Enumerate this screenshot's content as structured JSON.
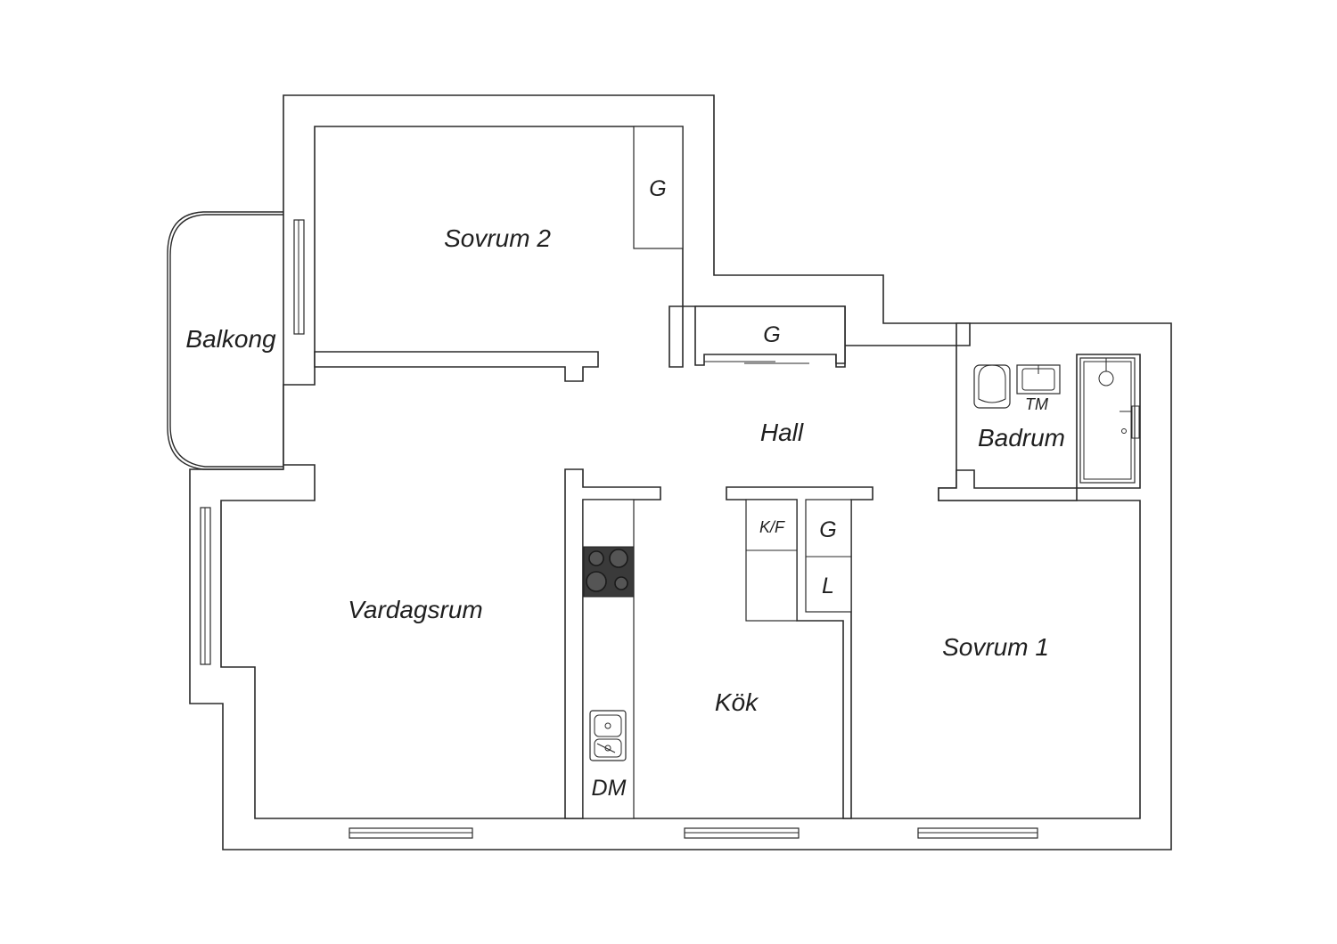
{
  "rooms": {
    "sovrum2": "Sovrum 2",
    "balkong": "Balkong",
    "hall": "Hall",
    "badrum": "Badrum",
    "vardagsrum": "Vardagsrum",
    "kok": "Kök",
    "sovrum1": "Sovrum 1"
  },
  "fixtures": {
    "closet_sovrum2": "G",
    "closet_hall": "G",
    "fridge_freezer": "K/F",
    "closet_hall_lower": "G",
    "storage": "L",
    "dishwasher": "DM",
    "washing_machine": "TM"
  }
}
